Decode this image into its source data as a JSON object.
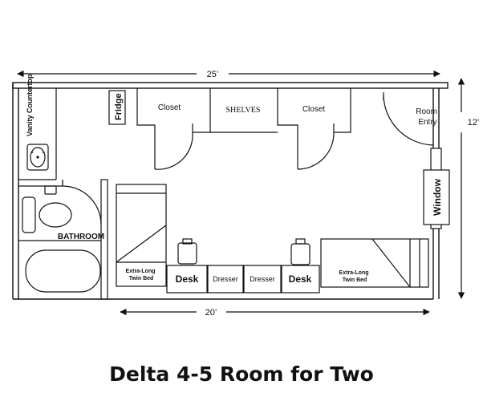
{
  "dimensions": {
    "length_top": "25’",
    "width_right": "12’",
    "length_bottom": "20’"
  },
  "rooms": {
    "vanity": "Vanity Countertop",
    "fridge": "Fridge",
    "closet_left": "Closet",
    "shelves": "SHELVES",
    "closet_right": "Closet",
    "room_entry_1": "Room",
    "room_entry_2": "Entry",
    "window": "Window",
    "bathroom": "BATHROOM",
    "bed_left_1": "Extra-Long",
    "bed_left_2": "Twin Bed",
    "desk_left": "Desk",
    "dresser_left": "Dresser",
    "dresser_right": "Dresser",
    "desk_right": "Desk",
    "bed_right_1": "Extra-Long",
    "bed_right_2": "Twin Bed"
  },
  "caption": "Delta 4-5 Room for Two"
}
